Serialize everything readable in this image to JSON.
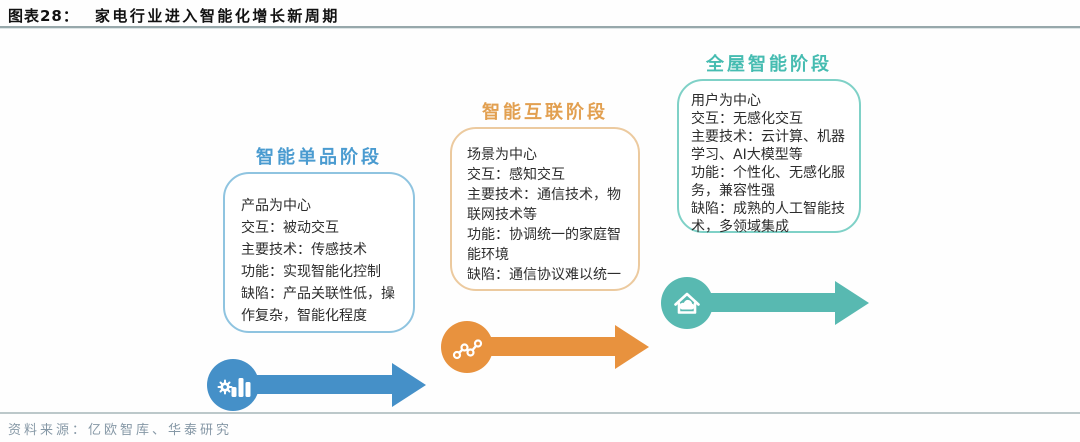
{
  "header": {
    "figure_label": "图表28：",
    "title": "家电行业进入智能化增长新周期"
  },
  "stages": [
    {
      "title": "智能单品阶段",
      "body_items": [
        "产品为中心",
        "交互：被动交互",
        "主要技术：传感技术",
        "功能：实现智能化控制",
        "缺陷：产品关联性低，操作复杂，智能化程度"
      ],
      "icon": "gear-bar-chart-icon",
      "color": "#4590c8",
      "border_color": "#8fc4e0",
      "title_color": "#4a9bd0"
    },
    {
      "title": "智能互联阶段",
      "body_items": [
        "场景为中心",
        "交互：感知交互",
        "主要技术：通信技术，物联网技术等",
        "功能：协调统一的家庭智能环境",
        "缺陷：通信协议难以统一"
      ],
      "icon": "trend-nodes-icon",
      "color": "#e8923e",
      "border_color": "#ecca9f",
      "title_color": "#e2a051"
    },
    {
      "title": "全屋智能阶段",
      "body_items": [
        "用户为中心",
        "交互：无感化交互",
        "主要技术：云计算、机器学习、AI大模型等",
        "功能：个性化、无感化服务，兼容性强",
        "缺陷：成熟的人工智能技术，多领域集成"
      ],
      "icon": "smart-home-cloud-icon",
      "color": "#58b9b1",
      "border_color": "#7fd1c7",
      "title_color": "#46bcb1"
    }
  ],
  "footer": {
    "source": "资料来源：亿欧智库、华泰研究"
  }
}
